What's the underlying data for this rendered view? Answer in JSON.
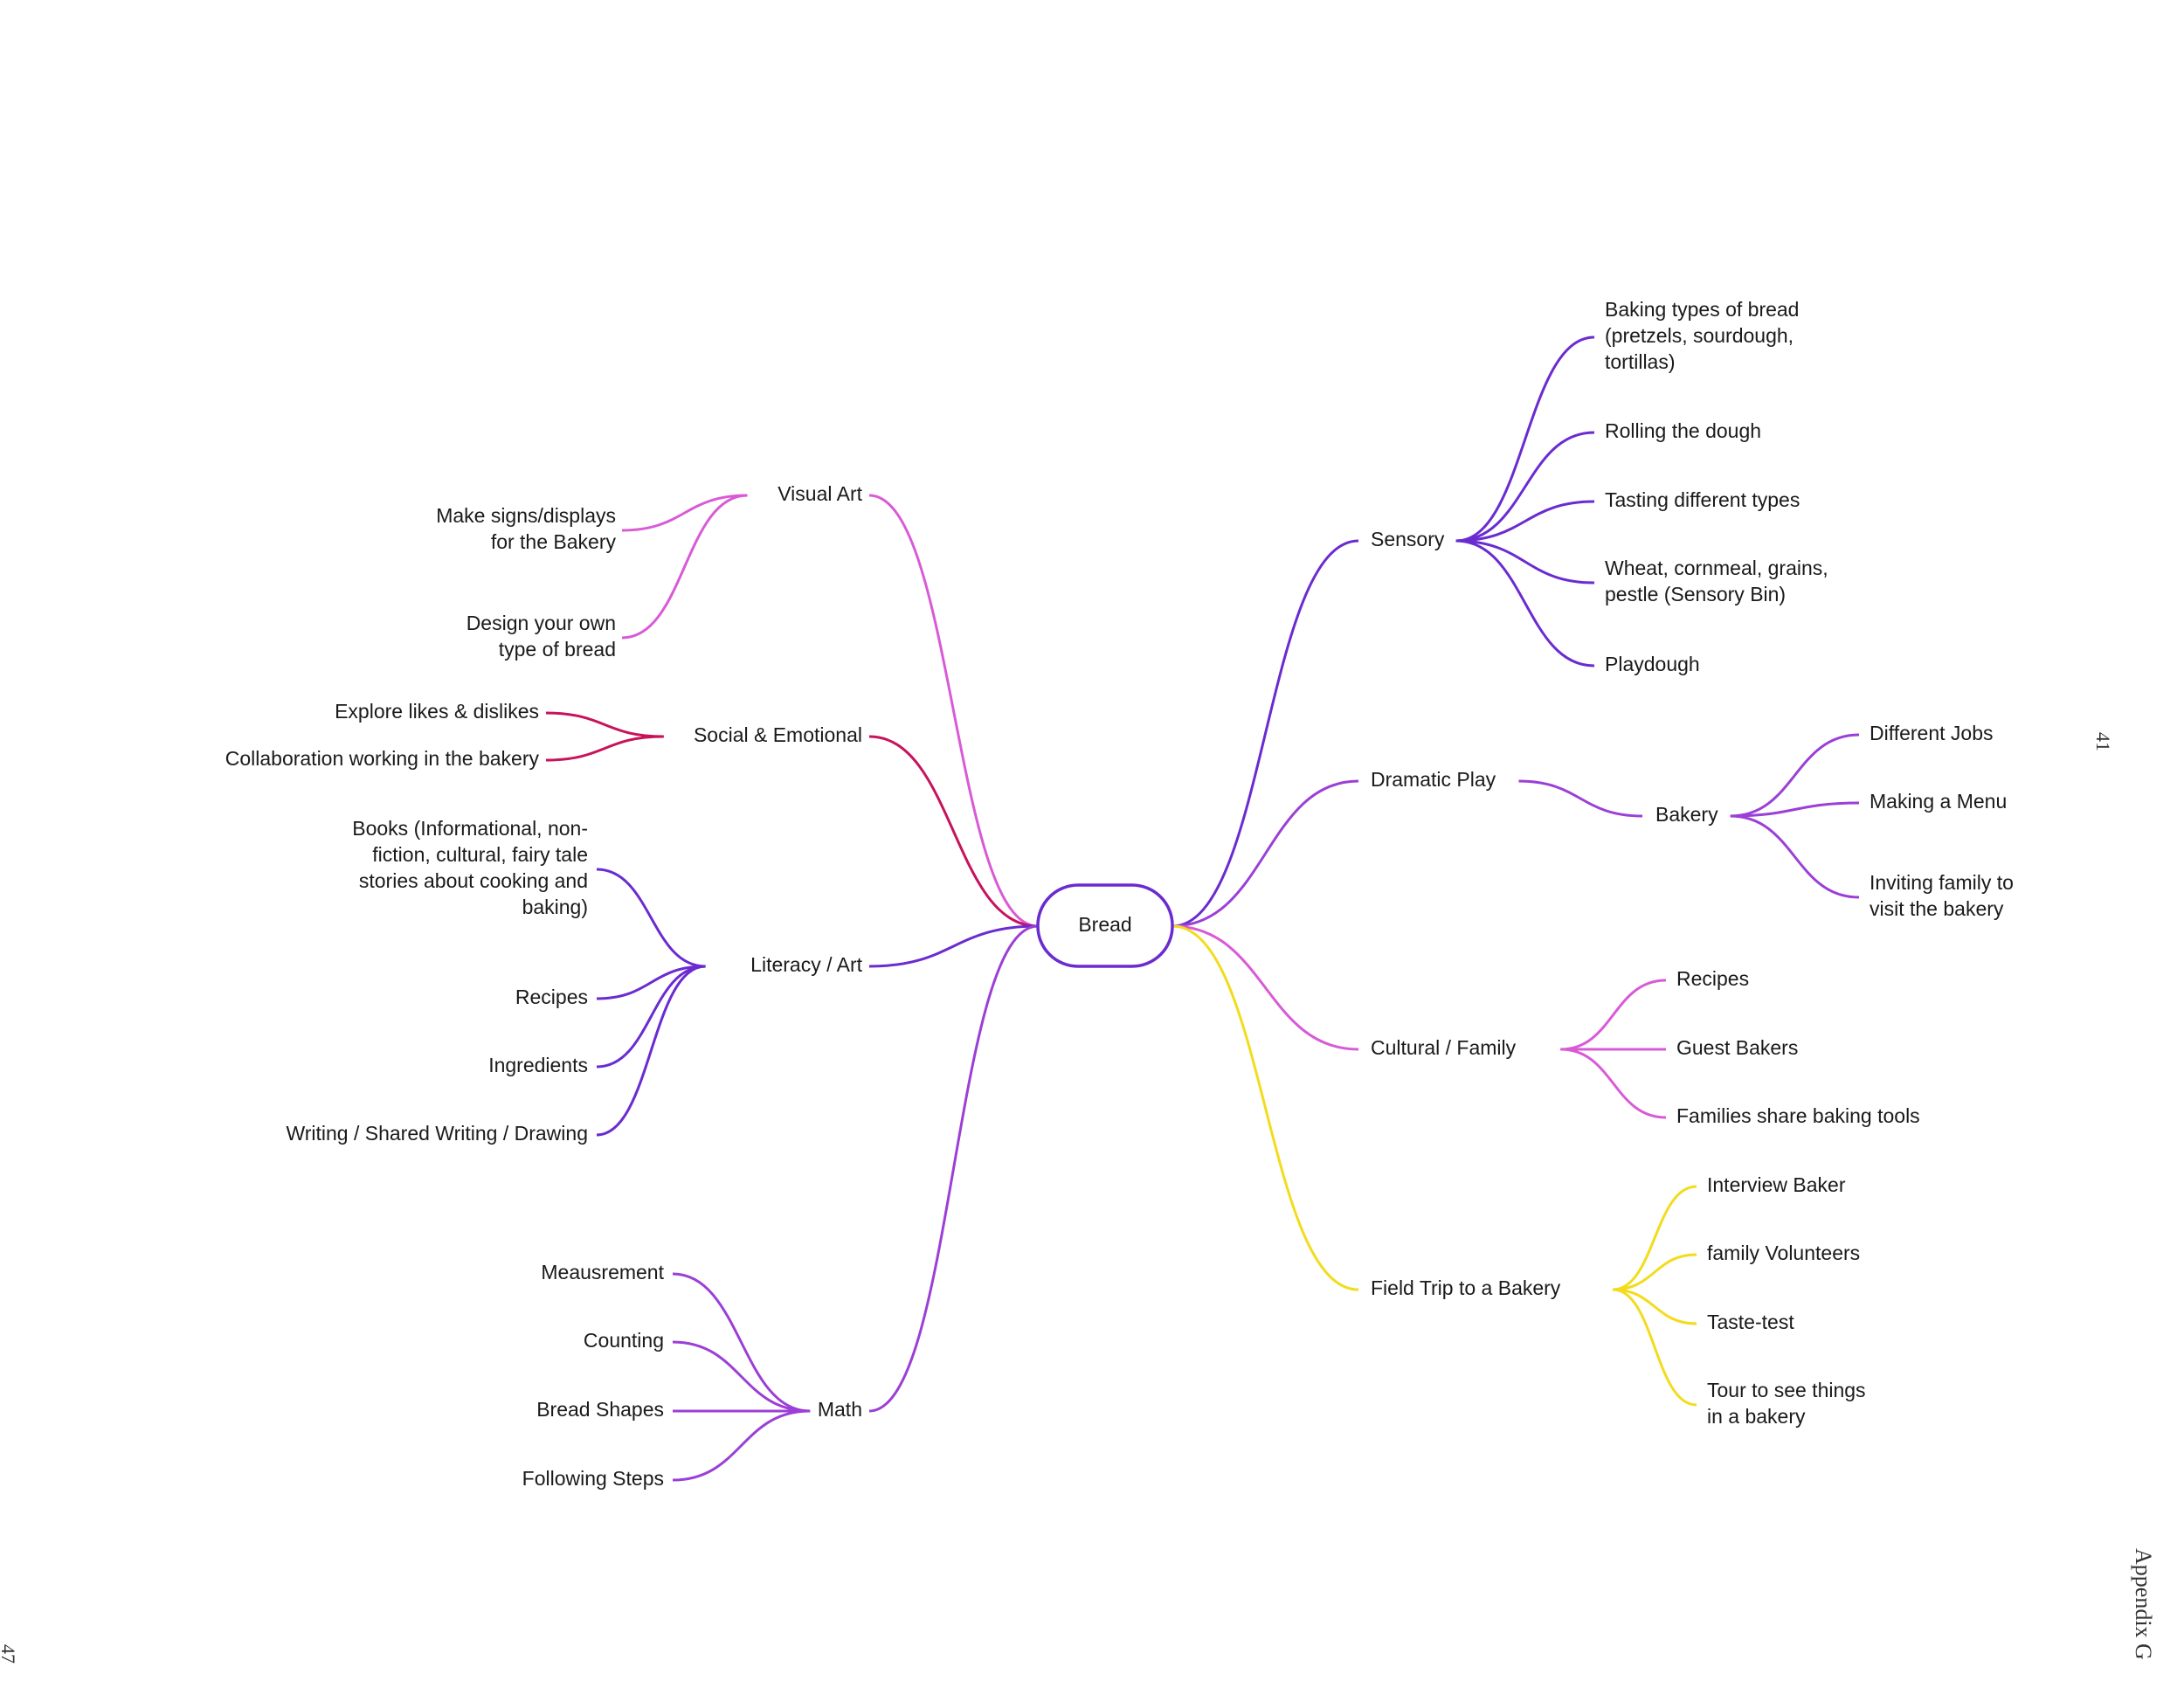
{
  "colors": {
    "violet": "#6a2bd0",
    "purple": "#9b3fd6",
    "pink": "#d95ad6",
    "crimson": "#c8125c",
    "yellow": "#f2dc1c",
    "text": "#1a1a1a"
  },
  "root": {
    "label": "Bread",
    "color": "violet"
  },
  "branches": [
    {
      "id": "visual_art",
      "label": "Visual Art",
      "side": "left",
      "color": "pink",
      "children": [
        {
          "label": [
            "Make signs/displays",
            "for the Bakery"
          ]
        },
        {
          "label": [
            "Design your own",
            "type of bread"
          ]
        }
      ]
    },
    {
      "id": "social",
      "label": "Social & Emotional",
      "side": "left",
      "color": "crimson",
      "children": [
        {
          "label": [
            "Explore likes & dislikes"
          ]
        },
        {
          "label": [
            "Collaboration working in the  bakery"
          ]
        }
      ]
    },
    {
      "id": "literacy",
      "label": "Literacy / Art",
      "side": "left",
      "color": "violet",
      "children": [
        {
          "label": [
            "Books (Informational, non-",
            "fiction, cultural, fairy tale",
            "stories about cooking and",
            "baking)"
          ]
        },
        {
          "label": [
            "Recipes"
          ]
        },
        {
          "label": [
            "Ingredients"
          ]
        },
        {
          "label": [
            "Writing / Shared Writing / Drawing"
          ]
        }
      ]
    },
    {
      "id": "math",
      "label": "Math",
      "side": "left",
      "color": "purple",
      "children": [
        {
          "label": [
            "Meausrement"
          ]
        },
        {
          "label": [
            "Counting"
          ]
        },
        {
          "label": [
            "Bread Shapes"
          ]
        },
        {
          "label": [
            "Following Steps"
          ]
        }
      ]
    },
    {
      "id": "sensory",
      "label": "Sensory",
      "side": "right",
      "color": "violet",
      "children": [
        {
          "label": [
            "Baking types of bread",
            "(pretzels, sourdough,",
            "tortillas)"
          ]
        },
        {
          "label": [
            "Rolling the dough"
          ]
        },
        {
          "label": [
            "Tasting different types"
          ]
        },
        {
          "label": [
            "Wheat, cornmeal, grains,",
            "pestle (Sensory Bin)"
          ]
        },
        {
          "label": [
            "Playdough"
          ]
        }
      ]
    },
    {
      "id": "dramatic",
      "label": "Dramatic Play",
      "side": "right",
      "color": "purple",
      "children": [
        {
          "label": [
            "Bakery"
          ],
          "children": [
            {
              "label": [
                "Different Jobs"
              ]
            },
            {
              "label": [
                "Making a Menu"
              ]
            },
            {
              "label": [
                "Inviting family to",
                "visit the bakery"
              ]
            }
          ]
        }
      ]
    },
    {
      "id": "cultural",
      "label": "Cultural / Family",
      "side": "right",
      "color": "pink",
      "children": [
        {
          "label": [
            "Recipes"
          ]
        },
        {
          "label": [
            "Guest Bakers"
          ]
        },
        {
          "label": [
            "Families share baking tools"
          ]
        }
      ]
    },
    {
      "id": "field_trip",
      "label": "Field Trip to a Bakery",
      "side": "right",
      "color": "yellow",
      "children": [
        {
          "label": [
            "Interview Baker"
          ]
        },
        {
          "label": [
            "family Volunteers"
          ]
        },
        {
          "label": [
            "Taste-test"
          ]
        },
        {
          "label": [
            "Tour to see things",
            "in a bakery"
          ]
        }
      ]
    }
  ],
  "margin_text": {
    "page_number_right": "41",
    "appendix": "Appendix G",
    "page_number_left": "47"
  }
}
